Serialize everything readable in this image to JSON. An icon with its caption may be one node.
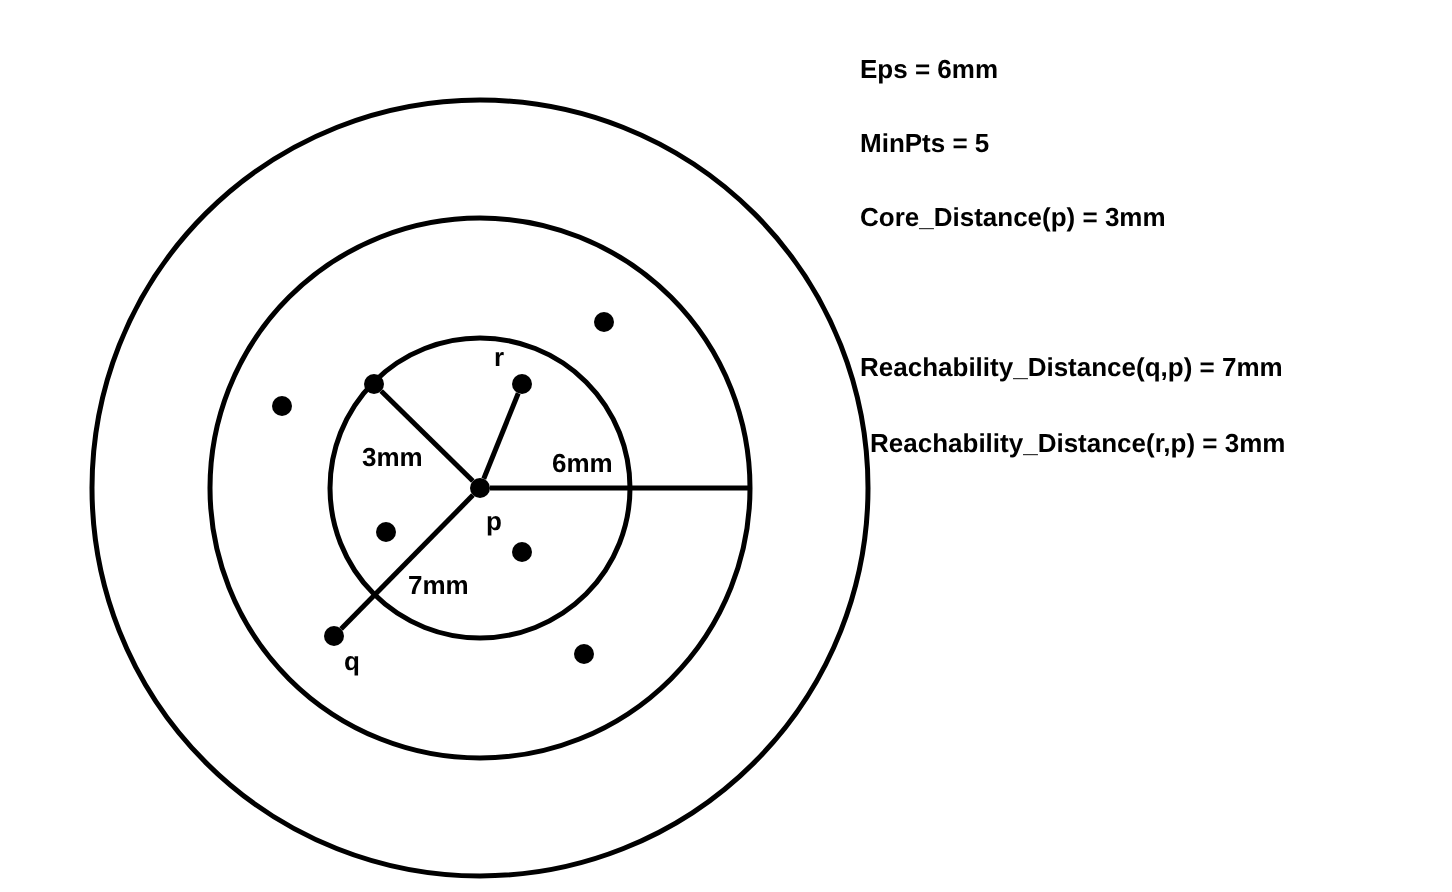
{
  "diagram": {
    "nodes": [
      {
        "text": [],
        "shape": "circle",
        "beside": [
          "p"
        ]
      },
      {
        "text": [],
        "shape": "circle",
        "beside": [
          "q"
        ]
      },
      {
        "text": [],
        "shape": "circle",
        "beside": [
          "r"
        ]
      },
      {
        "text": [],
        "shape": "circle"
      }
    ],
    "edges": [
      {
        "from": 0,
        "to": 3,
        "arrow": "none",
        "label": "3mm"
      },
      {
        "from": 0,
        "to": 2,
        "arrow": "none"
      },
      {
        "from": 0,
        "to": 1,
        "arrow": "none",
        "label": "7mm"
      }
    ],
    "labels": [
      "6mm",
      "Eps = 6mm",
      "MinPts = 5",
      "Core_Distance(p) = 3mm",
      "Reachability_Distance(q,p) = 7mm",
      "Reachability_Distance(r,p) = 3mm"
    ]
  }
}
